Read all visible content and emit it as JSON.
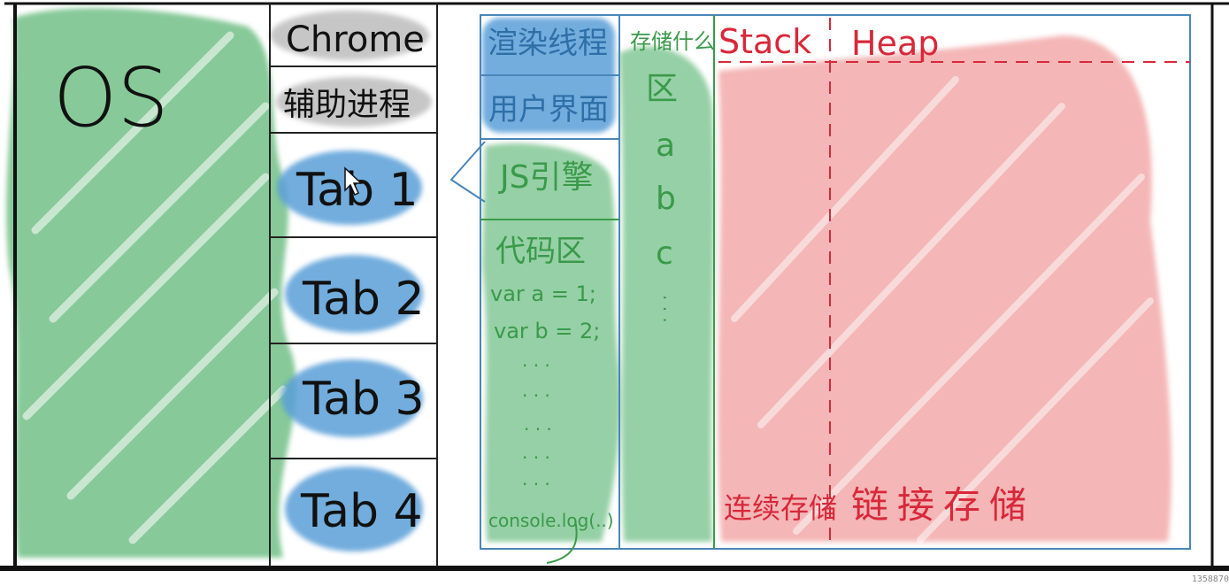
{
  "os": {
    "label": "OS"
  },
  "browser_column": {
    "chrome": "Chrome",
    "helper_process": "辅助进程",
    "tabs": [
      "Tab 1",
      "Tab 2",
      "Tab 3",
      "Tab 4"
    ]
  },
  "renderer_column": {
    "render_thread": "渲染线程",
    "user_interface": "用户界面",
    "js_engine": "JS引擎",
    "code_area": "代码区",
    "code_lines": [
      "var a = 1;",
      "var b = 2;",
      ". . .",
      ". . .",
      ". . .",
      ". . .",
      ". . ."
    ],
    "console": "console.log(..)"
  },
  "variables_column": {
    "title": "存储什么",
    "area": "区",
    "items": [
      "a",
      "b",
      "c"
    ],
    "more": ". . ."
  },
  "memory": {
    "stack": "Stack",
    "heap": "Heap",
    "stack_note": "连续存储",
    "heap_note": "链接存储"
  },
  "colors": {
    "green_wash": "#5fb777",
    "blue_wash": "#5a9fd8",
    "red_wash": "#ec7b7b",
    "gray_wash": "#b9b9b9",
    "box_blue": "#4a86b8",
    "ink_red": "#d8283a",
    "ink_green": "#3a9a4a"
  },
  "corner_id": "1358870"
}
